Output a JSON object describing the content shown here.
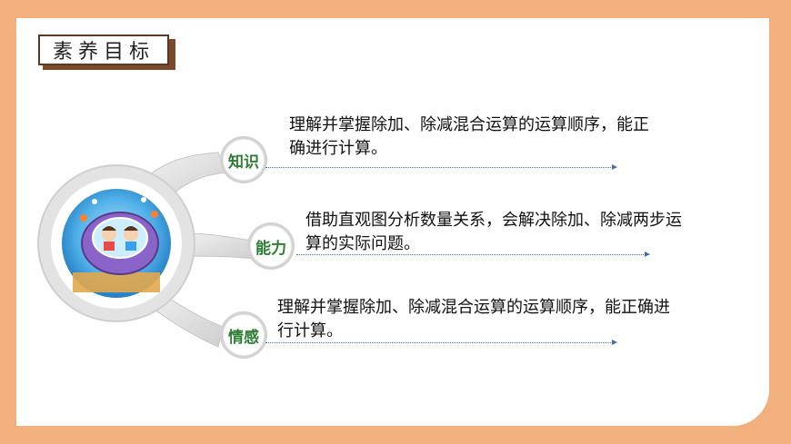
{
  "slide": {
    "title": "素养目标",
    "objectives": [
      {
        "tag": "知识",
        "text": "理解并掌握除加、除减混合运算的运算顺序，能正确进行计算。"
      },
      {
        "tag": "能力",
        "text": "借助直观图分析数量关系，会解决除加、除减两步运算的实际问题。"
      },
      {
        "tag": "情感",
        "text": "理解并掌握除加、除减混合运算的运算顺序，能正确进行计算。"
      }
    ]
  },
  "colors": {
    "background": "#f2b07e",
    "card": "#ffffff",
    "tag_text": "#2e7d32",
    "dotted_line": "#3f6fb0"
  },
  "icons": {
    "illustration": "submarine-kids-illustration"
  }
}
